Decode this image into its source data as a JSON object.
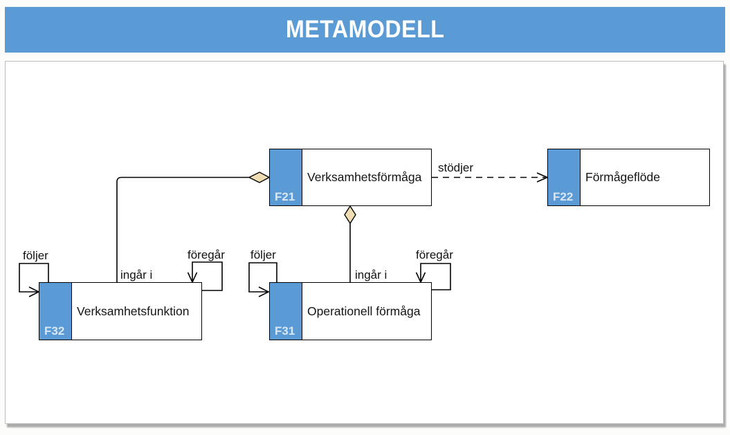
{
  "header": {
    "title": "METAMODELL",
    "bg_color": "#5b9bd5",
    "text_color": "#ffffff"
  },
  "diagram": {
    "boxes": [
      {
        "id": "F21",
        "label": "Verksamhetsförmåga"
      },
      {
        "id": "F22",
        "label": "Förmågeflöde"
      },
      {
        "id": "F32",
        "label": "Verksamhetsfunktion"
      },
      {
        "id": "F31",
        "label": "Operationell förmåga"
      }
    ],
    "connectors": {
      "stodjer": {
        "label": "stödjer",
        "type": "dashed-open-arrow",
        "from": "Verksamhetsförmåga",
        "to": "Förmågeflöde"
      },
      "ingar_i_f32": {
        "label": "ingår i",
        "type": "aggregation-diamond",
        "from": "Verksamhetsfunktion",
        "to": "Verksamhetsförmåga"
      },
      "ingar_i_f31": {
        "label": "ingår i",
        "type": "aggregation-diamond",
        "from": "Operationell förmåga",
        "to": "Verksamhetsförmåga"
      },
      "foljer_f32": {
        "label": "följer",
        "type": "self-loop"
      },
      "foregar_f32": {
        "label": "föregår",
        "type": "self-loop"
      },
      "foljer_f31": {
        "label": "följer",
        "type": "self-loop"
      },
      "foregar_f31": {
        "label": "föregår",
        "type": "self-loop"
      }
    },
    "colors": {
      "tab_blue": "#5b9bd5",
      "tab_id_text": "#d9e7f6",
      "diamond_fill": "#f0ddb3",
      "line": "#000000"
    }
  }
}
